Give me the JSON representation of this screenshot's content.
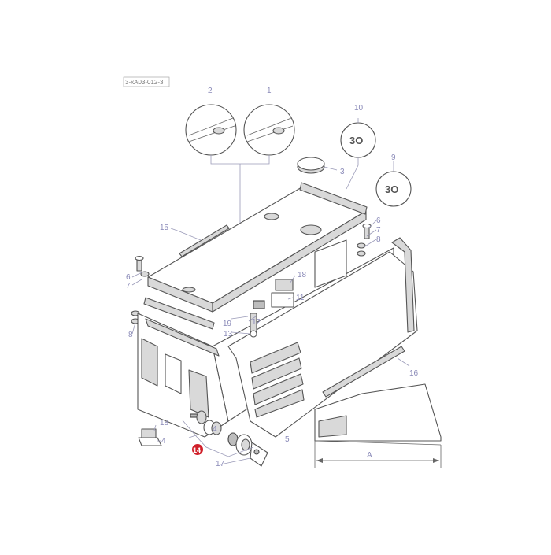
{
  "reference_code": "3-xA03-012-3",
  "callouts": [
    {
      "id": "c1",
      "label": "1"
    },
    {
      "id": "c2",
      "label": "2"
    },
    {
      "id": "c3",
      "label": "3"
    },
    {
      "id": "c4a",
      "label": "4"
    },
    {
      "id": "c4b",
      "label": "4"
    },
    {
      "id": "c5",
      "label": "5"
    },
    {
      "id": "c6a",
      "label": "6"
    },
    {
      "id": "c6b",
      "label": "6"
    },
    {
      "id": "c7a",
      "label": "7"
    },
    {
      "id": "c7b",
      "label": "7"
    },
    {
      "id": "c8a",
      "label": "8"
    },
    {
      "id": "c8b",
      "label": "8"
    },
    {
      "id": "c9",
      "label": "9"
    },
    {
      "id": "c10",
      "label": "10"
    },
    {
      "id": "c11",
      "label": "11"
    },
    {
      "id": "c12",
      "label": "12"
    },
    {
      "id": "c13",
      "label": "13"
    },
    {
      "id": "c14",
      "label": "14"
    },
    {
      "id": "c15",
      "label": "15"
    },
    {
      "id": "c16",
      "label": "16"
    },
    {
      "id": "c17",
      "label": "17"
    },
    {
      "id": "c18a",
      "label": "18"
    },
    {
      "id": "c18b",
      "label": "18"
    },
    {
      "id": "c19",
      "label": "19"
    }
  ],
  "dimension_label": "A",
  "highlight_color": "#d0202a"
}
